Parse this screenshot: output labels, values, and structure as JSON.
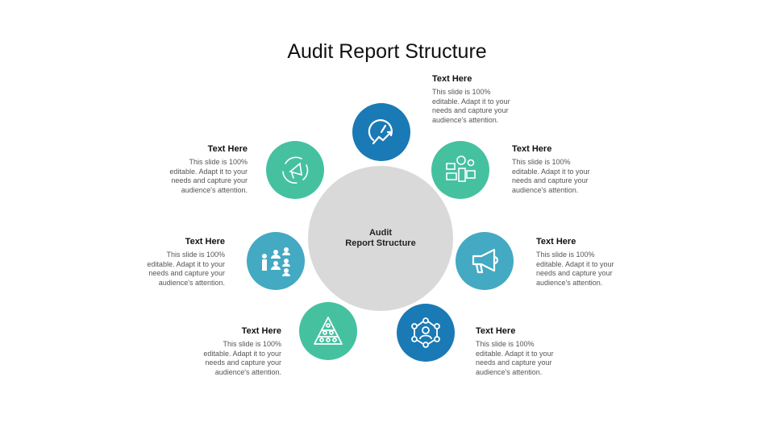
{
  "title": "Audit Report Structure",
  "hub": {
    "line1": "Audit",
    "line2": "Report Structure",
    "color": "#d9d9d9"
  },
  "colors": {
    "blue": "#1a7ab5",
    "green": "#45c1a0",
    "teal": "#44a9c2"
  },
  "items": [
    {
      "icon": "speedometer-growth-icon",
      "heading": "Text Here",
      "body": [
        "This slide is 100%",
        "editable. Adapt it to your",
        "needs and capture your",
        "audience's attention."
      ]
    },
    {
      "icon": "social-media-devices-icon",
      "heading": "Text Here",
      "body": [
        "This slide is 100%",
        "editable. Adapt it to your",
        "needs and capture your",
        "audience's attention."
      ]
    },
    {
      "icon": "megaphone-icon",
      "heading": "Text Here",
      "body": [
        "This slide is 100%",
        "editable. Adapt it to your",
        "needs and capture your",
        "audience's attention."
      ]
    },
    {
      "icon": "network-user-icon",
      "heading": "Text Here",
      "body": [
        "This slide is 100%",
        "editable. Adapt it to your",
        "needs and capture your",
        "audience's attention."
      ]
    },
    {
      "icon": "people-pyramid-icon",
      "heading": "Text Here",
      "body": [
        "This slide is 100%",
        "editable. Adapt it to your",
        "needs and capture your",
        "audience's attention."
      ]
    },
    {
      "icon": "presenter-audience-icon",
      "heading": "Text Here",
      "body": [
        "This slide is 100%",
        "editable. Adapt it to your",
        "needs and capture your",
        "audience's attention."
      ]
    },
    {
      "icon": "megaphone-cycle-icon",
      "heading": "Text Here",
      "body": [
        "This slide is 100%",
        "editable. Adapt it to your",
        "needs and capture your",
        "audience's attention."
      ]
    }
  ]
}
